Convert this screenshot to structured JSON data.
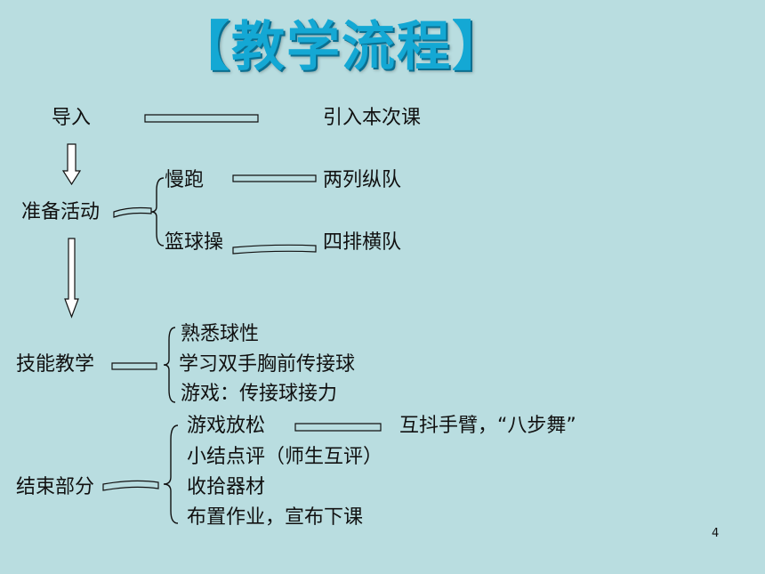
{
  "title": "【教学流程】",
  "stages": {
    "intro": {
      "label": "导入",
      "note": "引入本次课"
    },
    "warmup": {
      "label": "准备活动",
      "items": [
        {
          "label": "慢跑",
          "note": "两列纵队"
        },
        {
          "label": "篮球操",
          "note": "四排横队"
        }
      ]
    },
    "skills": {
      "label": "技能教学",
      "items": [
        "熟悉球性",
        "学习双手胸前传接球",
        "游戏：传接球接力"
      ]
    },
    "ending": {
      "label": "结束部分",
      "items": [
        {
          "label": "游戏放松",
          "note": "互抖手臂，“八步舞”"
        },
        {
          "label": "小结点评（师生互评）"
        },
        {
          "label": "收拾器材"
        },
        {
          "label": "布置作业，宣布下课"
        }
      ]
    }
  },
  "page_number": "4",
  "colors": {
    "background": "#b9dde0",
    "title": "#14a8d4"
  }
}
